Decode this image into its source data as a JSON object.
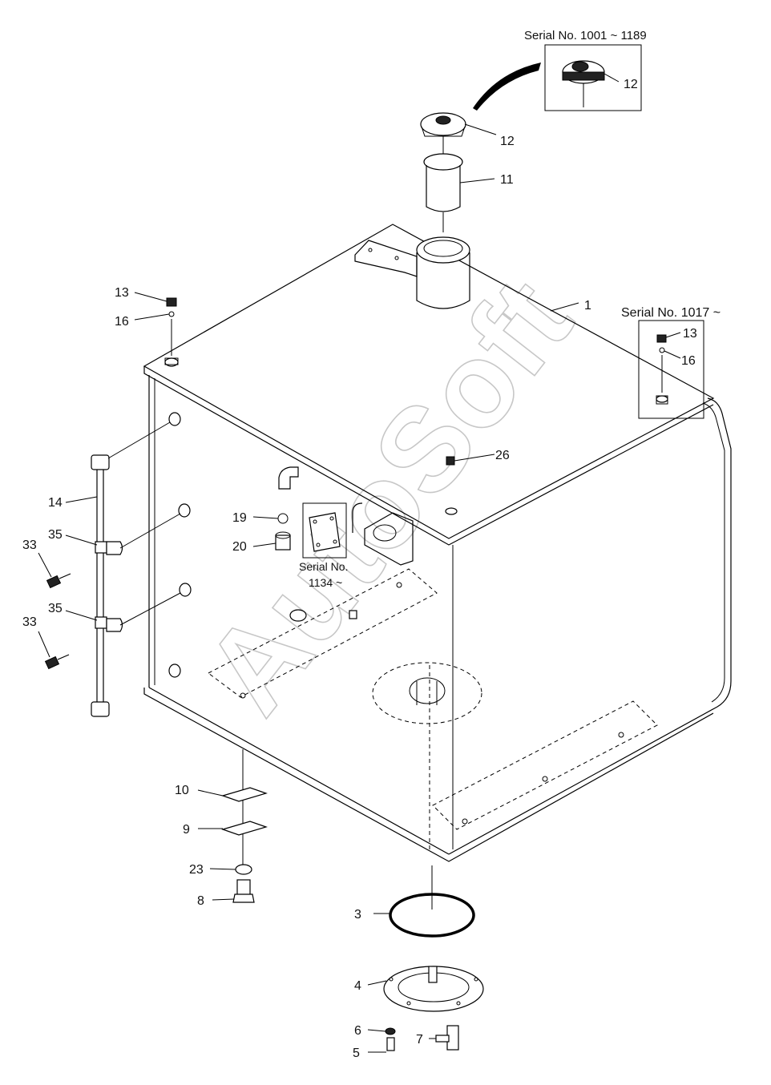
{
  "watermark": "AutoSoft",
  "serial_notes": [
    {
      "id": "serial-1001-1189",
      "text": "Serial No. 1001 ~ 1189"
    },
    {
      "id": "serial-1017",
      "text": "Serial No. 1017 ~"
    },
    {
      "id": "serial-1134-a",
      "text": "Serial No."
    },
    {
      "id": "serial-1134-b",
      "text": "1134 ~"
    }
  ],
  "callouts": {
    "c1": "1",
    "c3": "3",
    "c4": "4",
    "c5": "5",
    "c6": "6",
    "c7": "7",
    "c8": "8",
    "c9": "9",
    "c10": "10",
    "c11": "11",
    "c12a": "12",
    "c12b": "12",
    "c13a": "13",
    "c13b": "13",
    "c14": "14",
    "c16a": "16",
    "c16b": "16",
    "c19": "19",
    "c20": "20",
    "c23": "23",
    "c26": "26",
    "c33a": "33",
    "c33b": "33",
    "c35a": "35",
    "c35b": "35"
  }
}
